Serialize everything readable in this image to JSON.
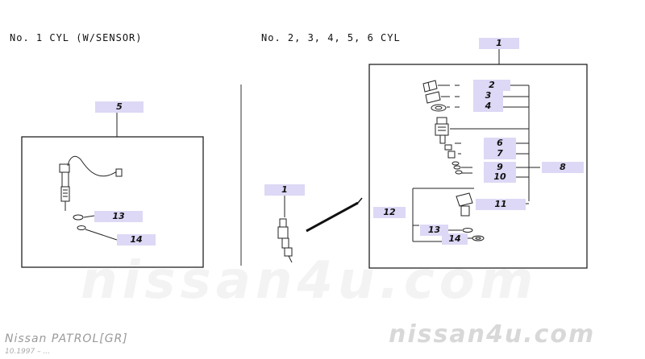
{
  "headings": {
    "left": "No. 1 CYL (W/SENSOR)",
    "right": "No. 2, 3, 4, 5, 6 CYL"
  },
  "callouts": {
    "c1_top": "1",
    "c2": "2",
    "c3": "3",
    "c4": "4",
    "c5": "5",
    "c6": "6",
    "c7": "7",
    "c8": "8",
    "c9": "9",
    "c10": "10",
    "c11": "11",
    "c12": "12",
    "c13_right": "13",
    "c14_right": "14",
    "c13_left": "13",
    "c14_left": "14",
    "c1_mid": "1"
  },
  "footer": {
    "model": "Nissan PATROL[GR]",
    "date": "10.1997 – ...",
    "watermark": "nissan4u.com",
    "watermark_large": "nissan4u.com"
  }
}
